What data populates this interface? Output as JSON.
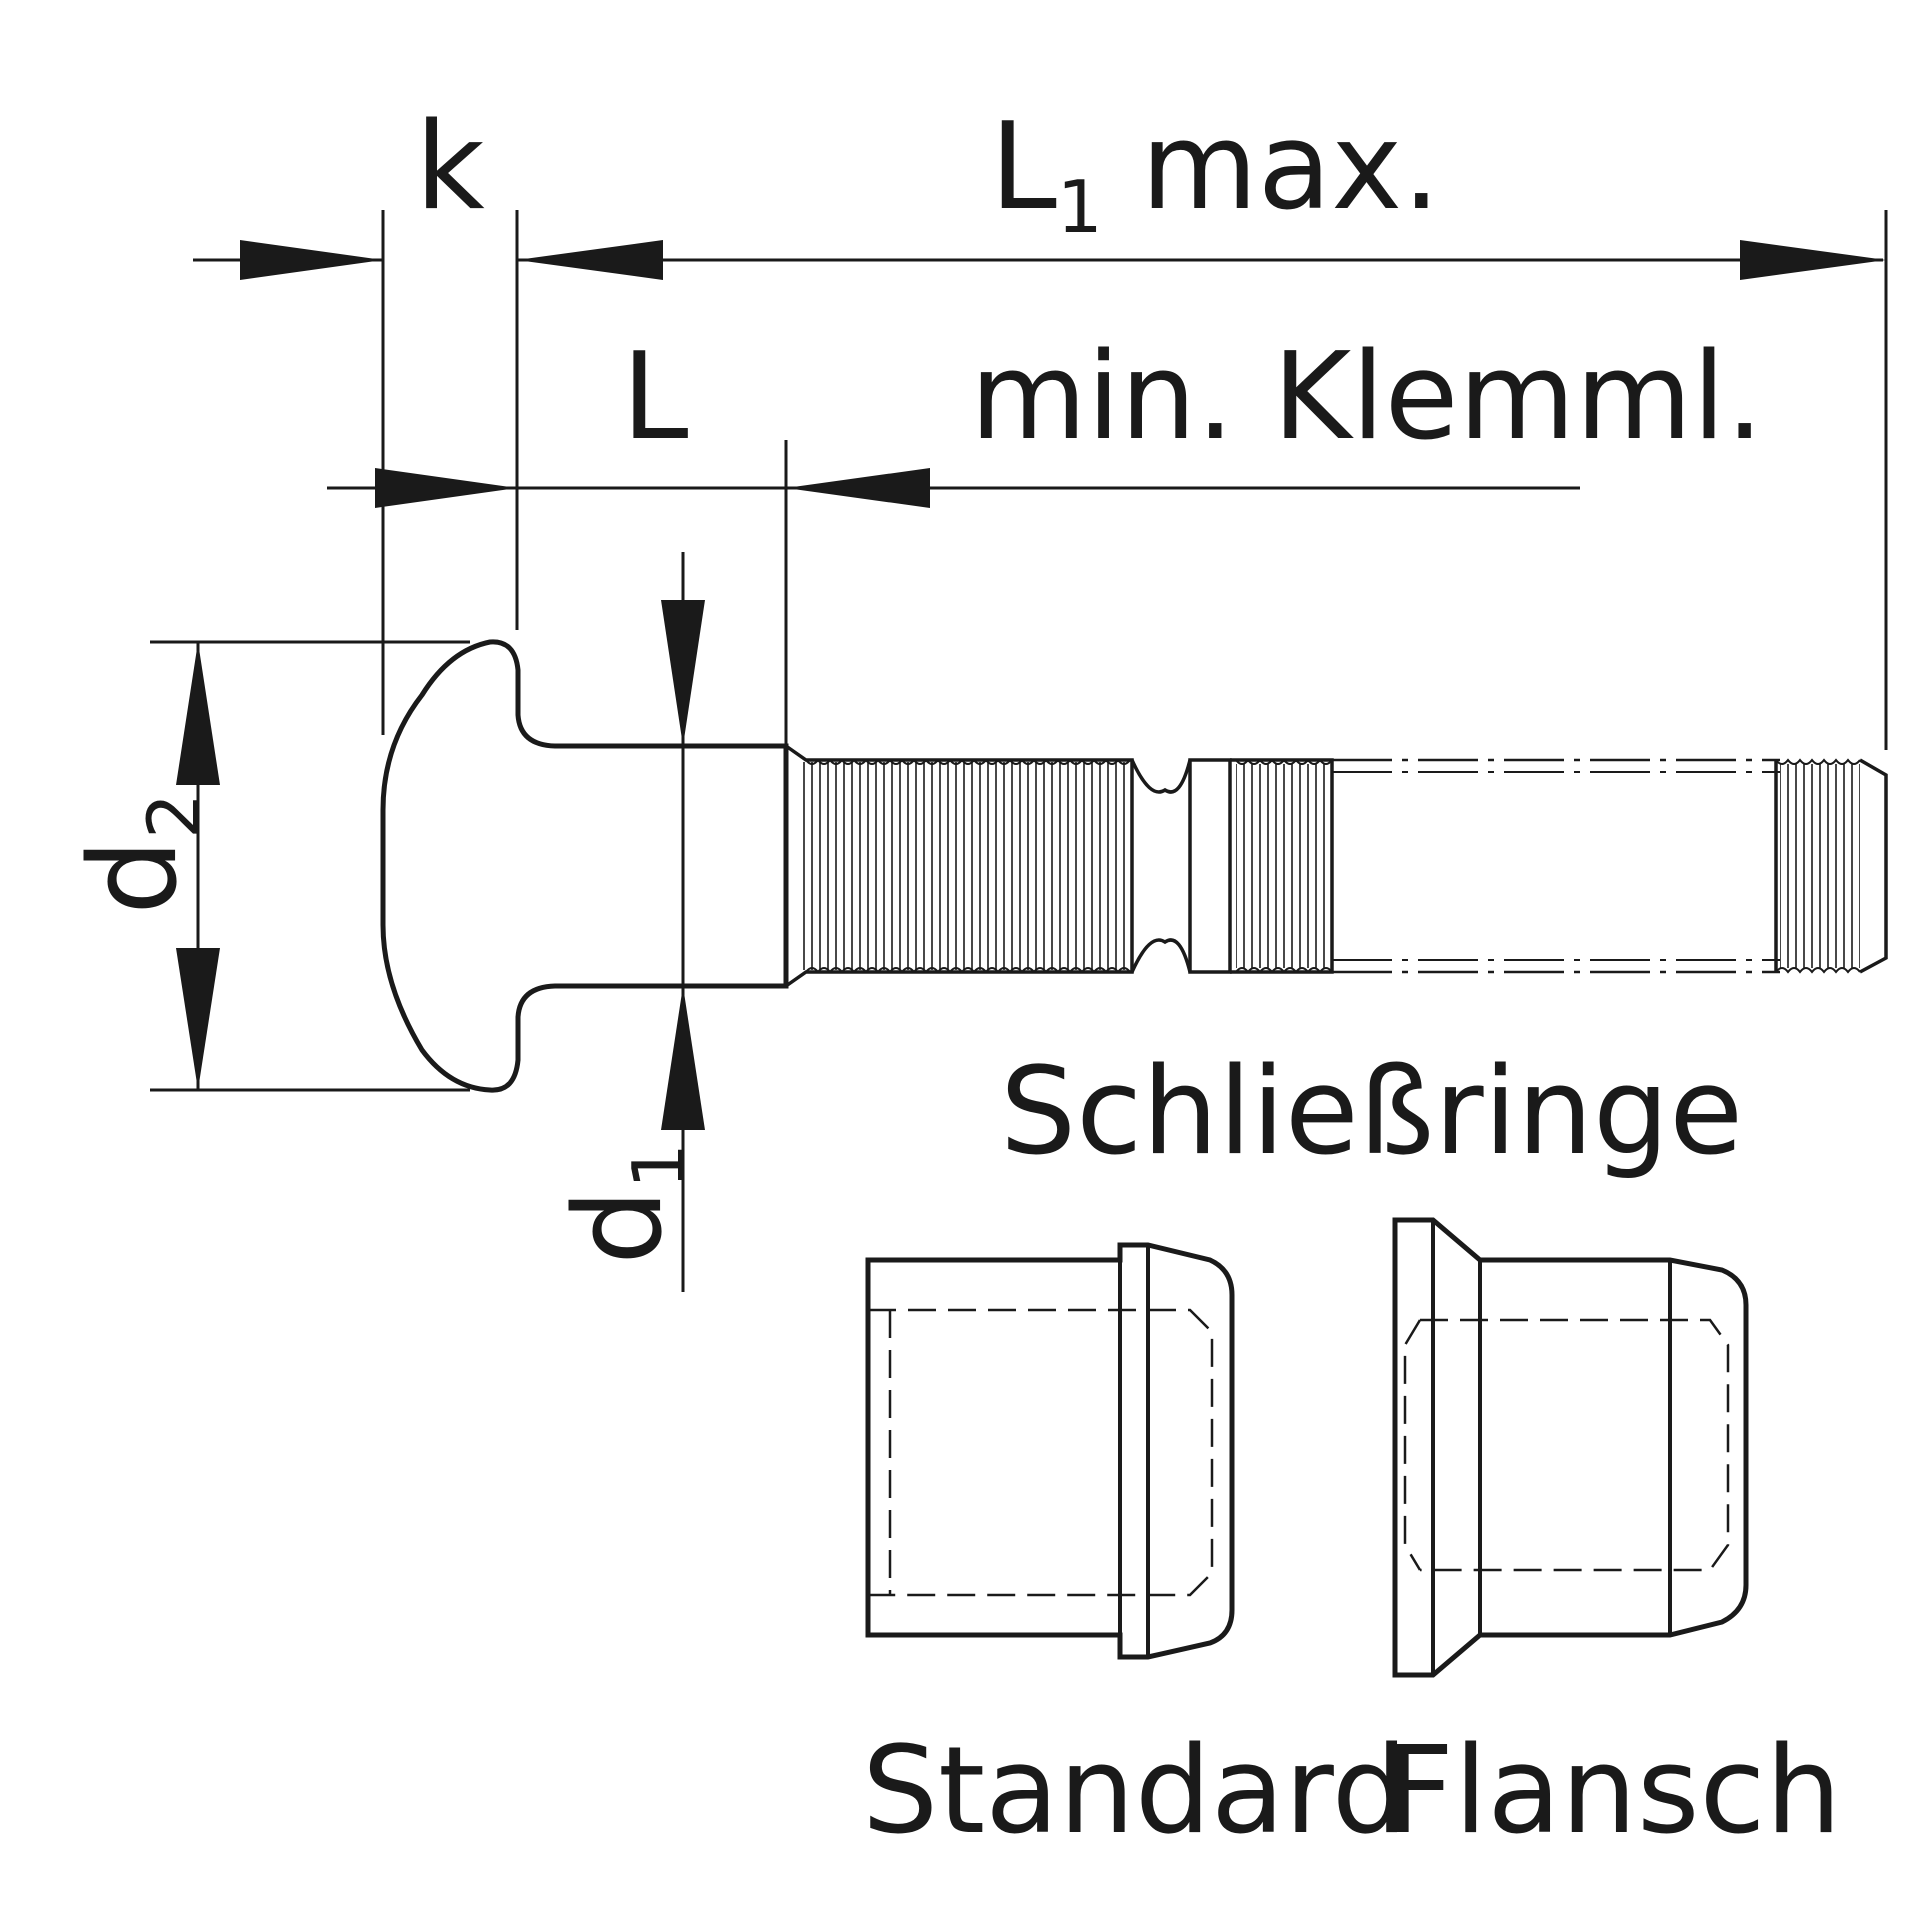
{
  "labels": {
    "k": "k",
    "L1_main": "L",
    "L1_sub": "1",
    "L1_suffix": " max.",
    "L": "L",
    "min_klemml": "min. Klemml.",
    "d2_main": "d",
    "d2_sub": "2",
    "d1_main": "d",
    "d1_sub": "1",
    "schliessringe": "Schließringe",
    "standard": "Standard",
    "flansch": "Flansch"
  },
  "colors": {
    "ink": "#1a1a1a",
    "background": "#ffffff"
  }
}
